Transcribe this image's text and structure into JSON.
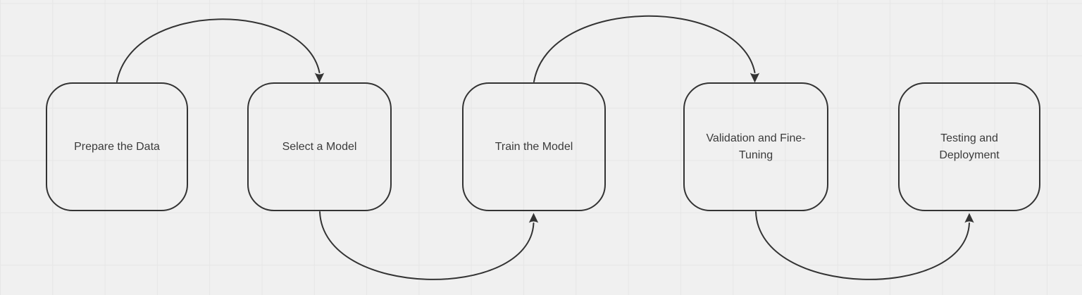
{
  "canvas": {
    "background_color": "#f0f0f0",
    "grid_line_color": "#e6e6e6",
    "stroke_color": "#333333",
    "text_color": "#3b3b3b"
  },
  "diagram": {
    "nodes": [
      {
        "id": "prepare-the-data",
        "label": "Prepare the Data"
      },
      {
        "id": "select-a-model",
        "label": "Select a Model"
      },
      {
        "id": "train-the-model",
        "label": "Train the Model"
      },
      {
        "id": "validation-and-fine-tuning",
        "label": "Validation and Fine-Tuning"
      },
      {
        "id": "testing-and-deployment",
        "label": "Testing and Deployment"
      }
    ],
    "edges": [
      {
        "from": "Prepare the Data",
        "to": "Select a Model",
        "side": "top",
        "arrowhead": "down"
      },
      {
        "from": "Select a Model",
        "to": "Train the Model",
        "side": "bottom",
        "arrowhead": "up"
      },
      {
        "from": "Train the Model",
        "to": "Validation and Fine-Tuning",
        "side": "top",
        "arrowhead": "down"
      },
      {
        "from": "Validation and Fine-Tuning",
        "to": "Testing and Deployment",
        "side": "bottom",
        "arrowhead": "up"
      }
    ]
  }
}
